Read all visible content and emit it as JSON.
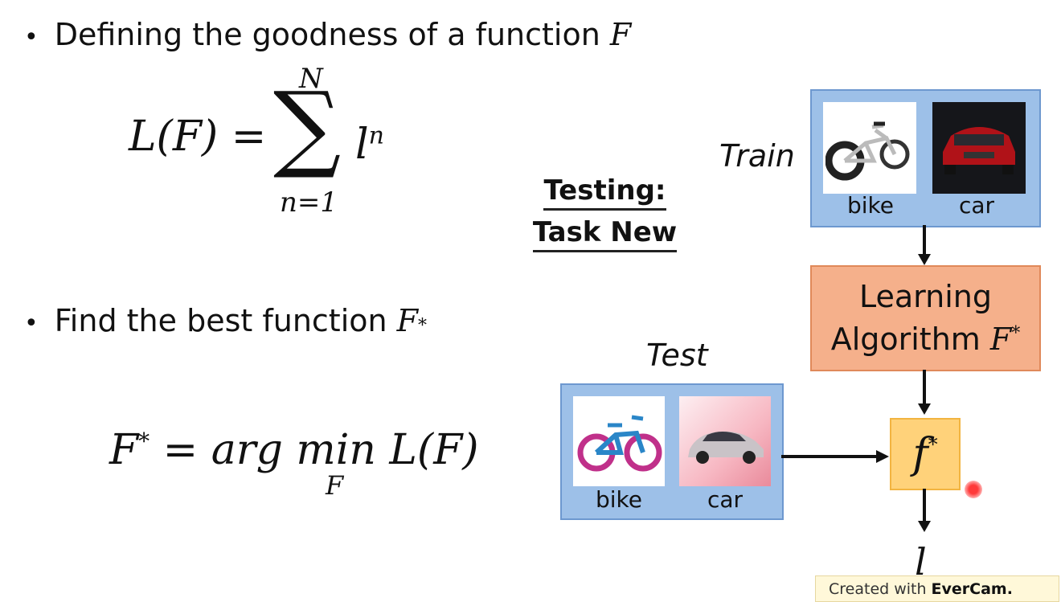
{
  "bullets": {
    "first": "Defining the goodness of a function",
    "first_var": "F",
    "second": "Find the best function",
    "second_var": "F",
    "second_sup": "*"
  },
  "eq1": {
    "lhs": "L(F) =",
    "upper": "N",
    "sigma": "∑",
    "lower": "n=1",
    "term": "l",
    "term_sup": "n"
  },
  "eq2": {
    "lhs": "F",
    "lhs_sup": "*",
    "mid": "= arg min",
    "sub": "F",
    "rhs": "L(F)"
  },
  "testing": {
    "line1": "Testing:",
    "line2": "Task New"
  },
  "diagram": {
    "train_label": "Train",
    "test_label": "Test",
    "train_bike": "bike",
    "train_car": "car",
    "test_bike": "bike",
    "test_car": "car",
    "learning_line1": "Learning",
    "learning_line2": "Algorithm",
    "learning_var": "F",
    "learning_sup": "*",
    "f_label": "f",
    "f_sup": "*",
    "loss_label": "l"
  },
  "watermark": {
    "prefix": "Created with",
    "brand": "EverCam."
  },
  "colors": {
    "panel_blue": "#9dc0e8",
    "learning_orange": "#f5b08b",
    "f_yellow": "#ffd27a",
    "record_dot": "#e0141e"
  }
}
